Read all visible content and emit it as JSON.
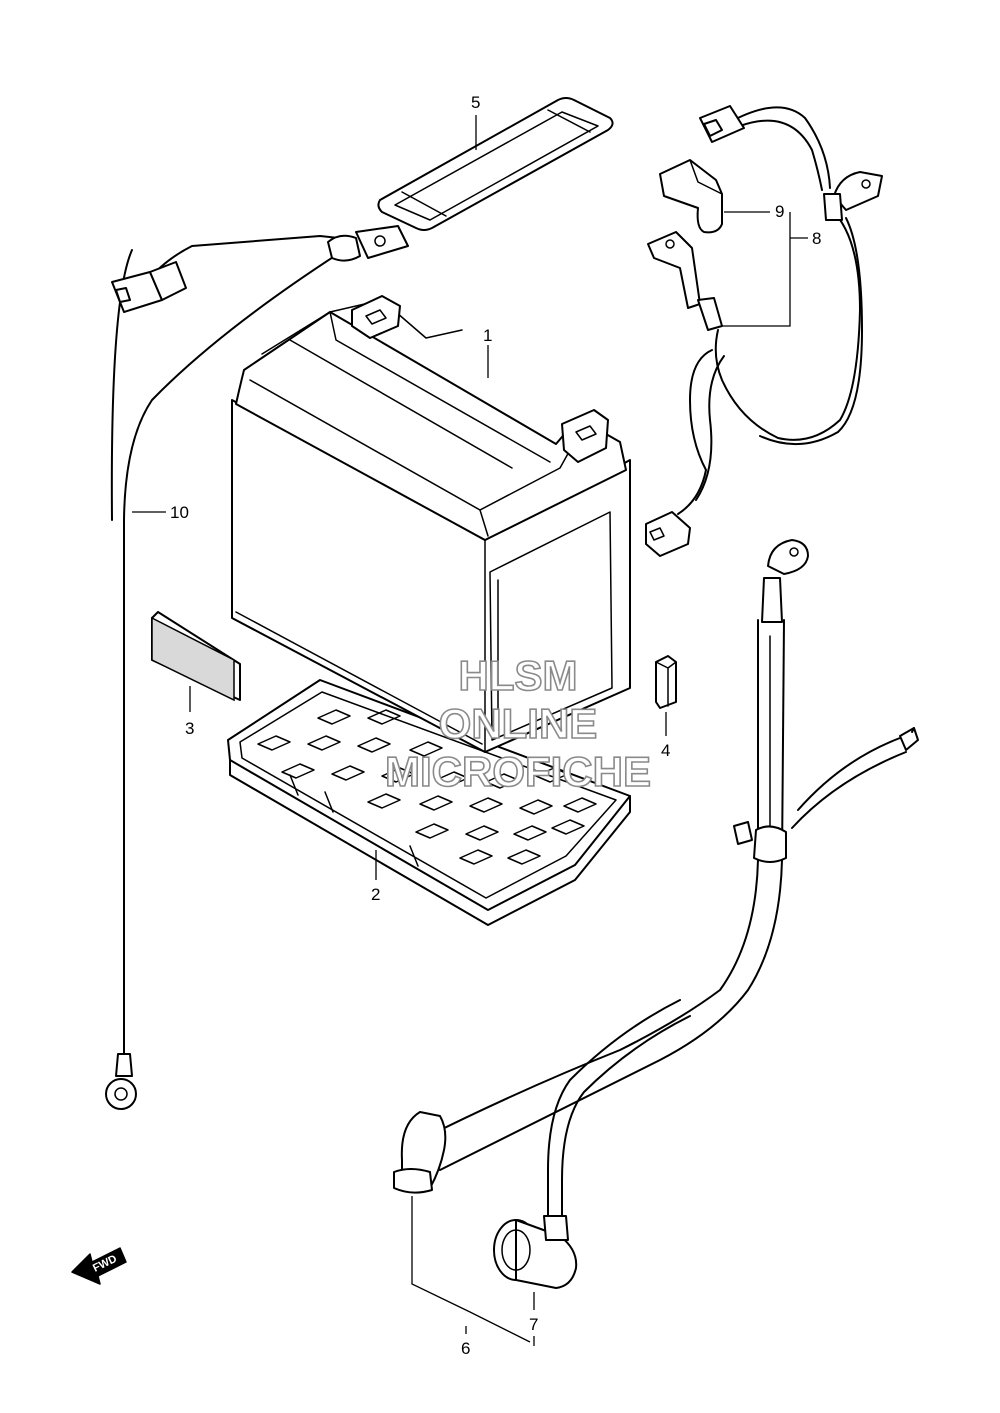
{
  "callouts": {
    "c1": "1",
    "c2": "2",
    "c3": "3",
    "c4": "4",
    "c5": "5",
    "c6": "6",
    "c7": "7",
    "c8": "8",
    "c9": "9",
    "c10": "10"
  },
  "watermark": {
    "line1": "HLSM",
    "line2": "ONLINE",
    "line3": "MICROFICHE"
  },
  "fwd_label": "FWD"
}
